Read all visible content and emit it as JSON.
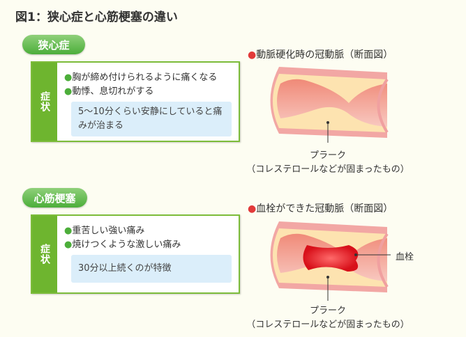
{
  "title": "図1：狭心症と心筋梗塞の違い",
  "angina": {
    "label": "狭心症",
    "side": "症状",
    "bullets": [
      "胸が締め付けられるように痛くなる",
      "動悸、息切れがする"
    ],
    "note": "5〜10分くらい安静にしていると痛みが治まる"
  },
  "infarction": {
    "label": "心筋梗塞",
    "side": "症状",
    "bullets": [
      "重苦しい強い痛み",
      "焼けつくような激しい痛み"
    ],
    "note": "30分以上続くのが特徴"
  },
  "diagram1": {
    "title": "動脈硬化時の冠動脈（断面図）",
    "plaque": "プラーク",
    "plaque_note": "（コレステロールなどが固まったもの）"
  },
  "diagram2": {
    "title": "血栓ができた冠動脈（断面図）",
    "thrombus": "血栓",
    "plaque": "プラーク",
    "plaque_note": "（コレステロールなどが固まったもの）"
  },
  "colors": {
    "green": "#6eb52f",
    "red": "#e23a3a",
    "wall": "#f0a0a0",
    "plaque": "#fde3b0"
  }
}
